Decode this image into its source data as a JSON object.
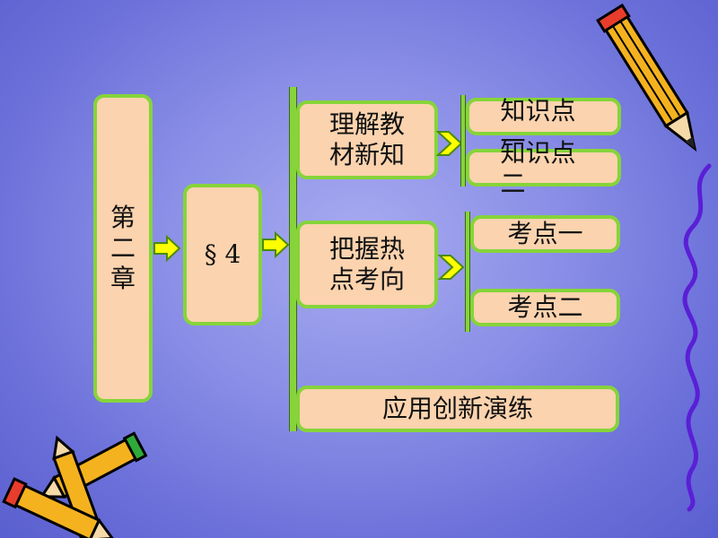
{
  "chapter": {
    "chars": [
      "第",
      "二",
      "章"
    ]
  },
  "section": {
    "label": "§ 4"
  },
  "branch1": {
    "lines": [
      "理解教",
      "材新知"
    ]
  },
  "branch2": {
    "lines": [
      "把握热",
      "点考向"
    ]
  },
  "branch3": {
    "label": "应用创新演练"
  },
  "sub1": [
    "知识点一",
    "知识点二"
  ],
  "sub2": [
    "考点一",
    "考点二"
  ],
  "colors": {
    "box_fill": "#fbd3ae",
    "box_border": "#86d43a",
    "arrow": "#ffff00",
    "background": "#7d82e0"
  }
}
